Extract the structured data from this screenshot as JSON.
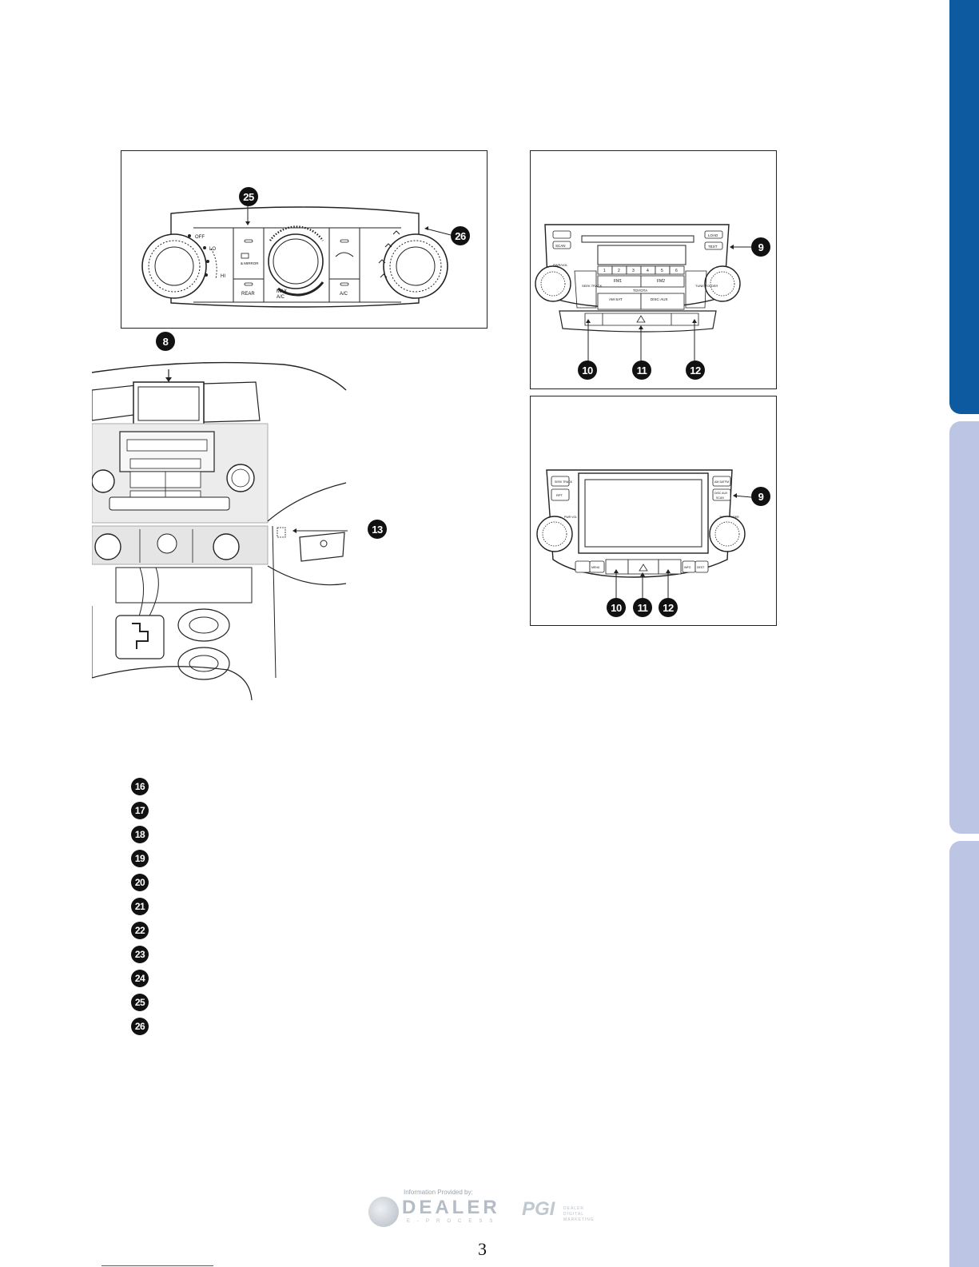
{
  "callouts": {
    "c8": "8",
    "c9a": "9",
    "c9b": "9",
    "c10a": "10",
    "c10b": "10",
    "c11a": "11",
    "c11b": "11",
    "c12a": "12",
    "c12b": "12",
    "c13": "13",
    "c25": "25",
    "c26": "26"
  },
  "climate_panel": {
    "off": "OFF",
    "lo": "LO",
    "hi": "HI",
    "rear": "REAR",
    "max": "MAX",
    "ac_sub": "A/C",
    "ac": "A/C",
    "mirror": "& MIRROR"
  },
  "audio_panel": {
    "scan": "SCAN",
    "load": "LOAD",
    "text": "TEXT",
    "pwr": "PWR/VOL",
    "seek": "SEEK TRACK",
    "tune": "TUNE FOLDER",
    "fm1": "FM1",
    "fm2": "FM2",
    "am": "AM·SAT",
    "disc": "DISC·AUX",
    "toyota": "TOYOTA",
    "presets": [
      "1",
      "2",
      "3",
      "4",
      "5",
      "6"
    ]
  },
  "nav_panel": {
    "seek": "SEEK TRACK",
    "rpt": "RPT",
    "am": "AM SAT",
    "fm": "FM",
    "disc": "DISC AUX",
    "scan": "SCAN",
    "pwr": "PWR VOL",
    "tune": "TUNE FOLDER",
    "menu": "MENU",
    "info": "INFO",
    "dest": "DEST"
  },
  "legend": [
    "16",
    "17",
    "18",
    "19",
    "20",
    "21",
    "22",
    "23",
    "24",
    "25",
    "26"
  ],
  "footer": {
    "info": "Information Provided by:",
    "dealer": "DEALER",
    "process": "E-PROCESS",
    "pgi": "PGI",
    "pgi_sub1": "DEALER",
    "pgi_sub2": "DIGITAL",
    "pgi_sub3": "MARKETING"
  },
  "page_number": "3"
}
